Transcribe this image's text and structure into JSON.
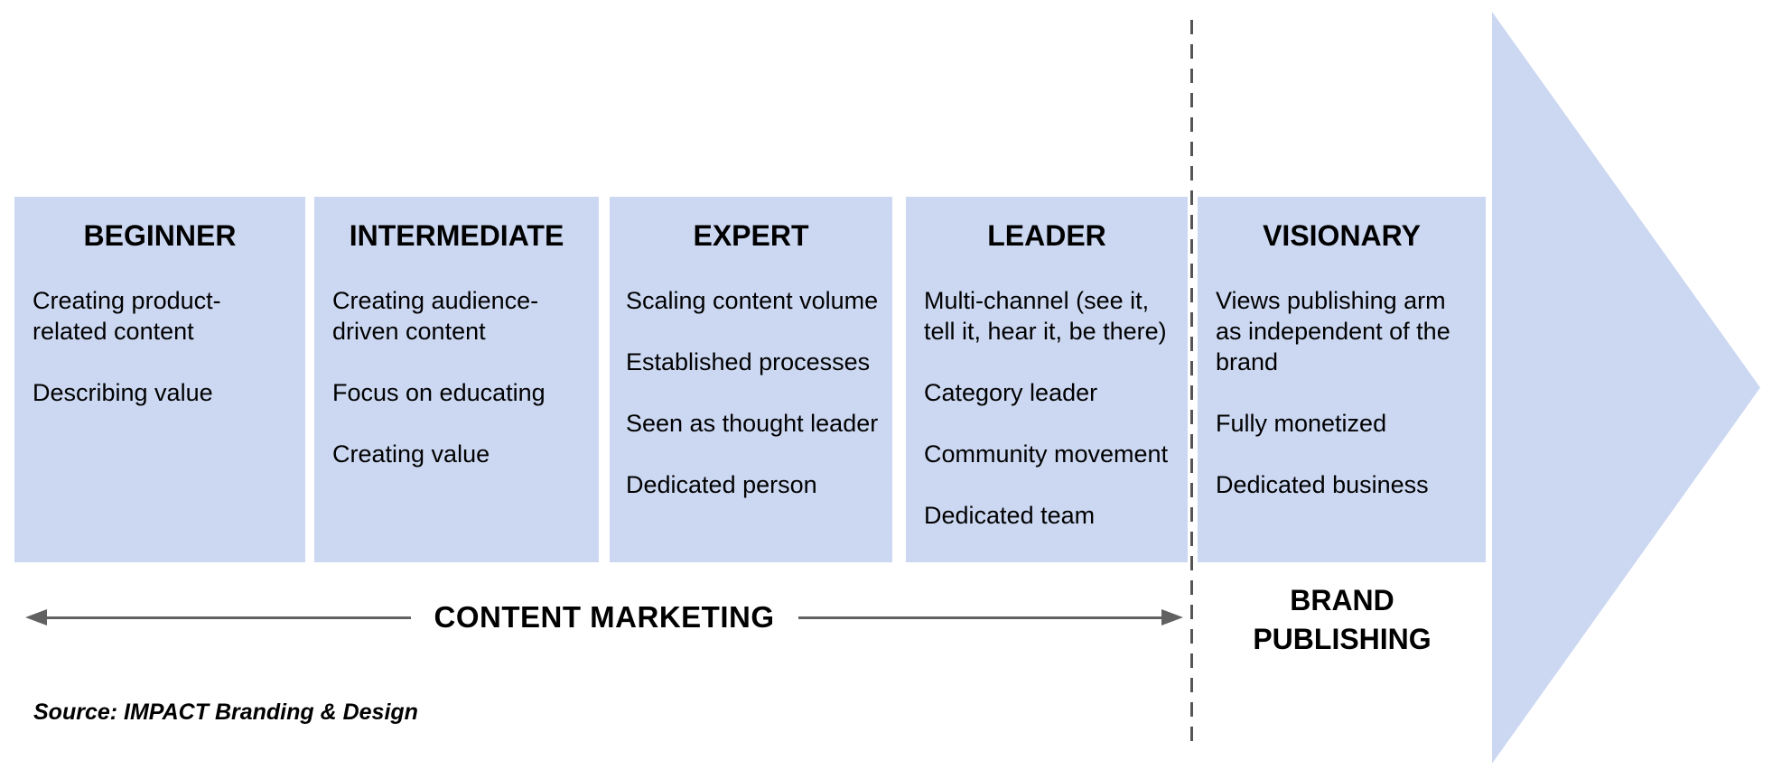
{
  "stages": [
    {
      "title": "BEGINNER",
      "items": [
        "Creating product-related content",
        "Describing value"
      ]
    },
    {
      "title": "INTERMEDIATE",
      "items": [
        "Creating audience-driven content",
        "Focus on educating",
        "Creating value"
      ]
    },
    {
      "title": "EXPERT",
      "items": [
        "Scaling content volume",
        "Established processes",
        "Seen as thought leader",
        "Dedicated person"
      ]
    },
    {
      "title": "LEADER",
      "items": [
        "Multi-channel (see it, tell it, hear it, be there)",
        "Category leader",
        "Community movement",
        "Dedicated team"
      ]
    },
    {
      "title": "VISIONARY",
      "items": [
        "Views publishing arm as independent of the brand",
        "Fully monetized",
        "Dedicated business"
      ]
    }
  ],
  "axis": {
    "content_marketing_label": "CONTENT MARKETING",
    "brand_publishing_label": "BRAND PUBLISHING"
  },
  "source_note": "Source: IMPACT Branding & Design",
  "icons": {
    "left_arrowhead": "left-pointing arrowhead",
    "right_arrowhead": "right-pointing arrowhead",
    "big_arrow": "large right-pointing triangle",
    "divider": "vertical dashed separator line"
  },
  "colors": {
    "stage_fill": "#ccd8f2",
    "axis_line": "#616161",
    "dashed_divider": "#555555",
    "text": "#000000"
  }
}
